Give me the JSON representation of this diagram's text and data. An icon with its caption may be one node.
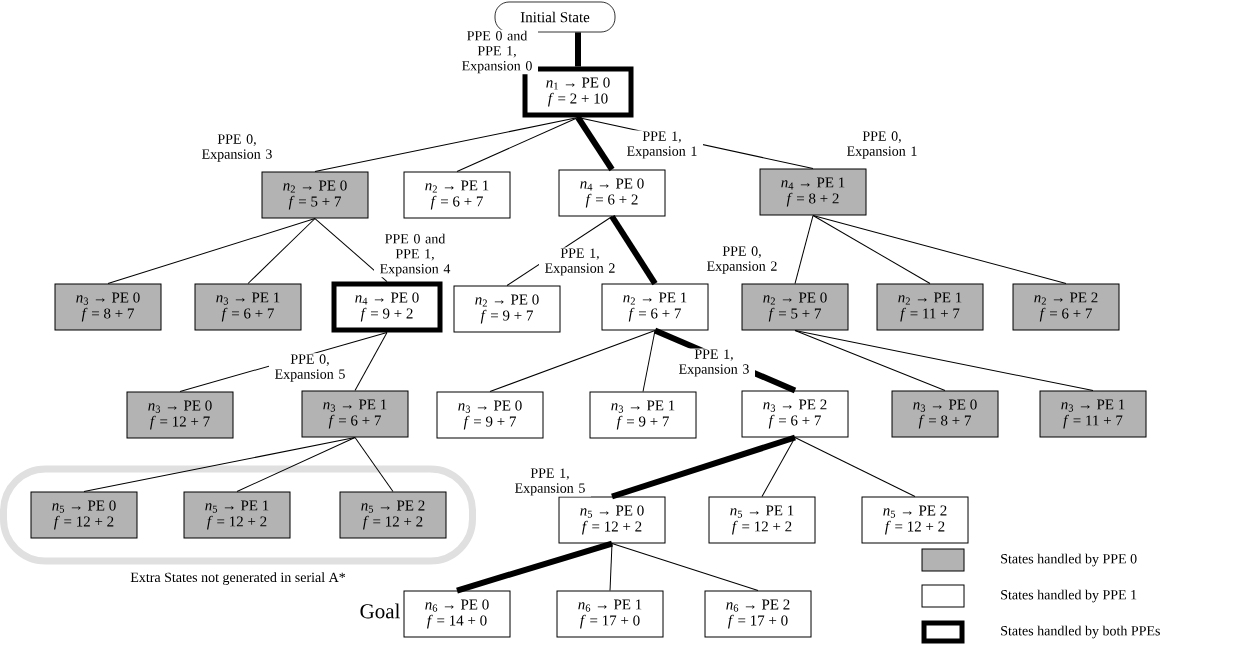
{
  "diagram": {
    "nodes": [
      {
        "text": [
          "Initial State"
        ]
      },
      {
        "text": [
          "*n*$_{1}$ → PE 0",
          "*f* = 2 + 10"
        ],
        "beside": [
          "PPE 0 and PPE 1, Expansion 0"
        ]
      },
      {
        "text": [
          "*n*$_{2}$ → PE 0",
          "*f* = 5 + 7"
        ],
        "beside": [
          "PPE 0, Expansion 3"
        ]
      },
      {
        "text": [
          "*n*$_{2}$ → PE 1",
          "*f* = 6 + 7"
        ]
      },
      {
        "text": [
          "*n*$_{4}$ → PE 0",
          "*f* = 6 + 2"
        ],
        "beside": [
          "PPE 1, Expansion 1"
        ]
      },
      {
        "text": [
          "*n*$_{4}$ → PE 1",
          "*f* = 8 + 2"
        ],
        "beside": [
          "PPE 0, Expansion 1"
        ]
      },
      {
        "text": [
          "*n*$_{3}$ → PE 0",
          "*f* = 8 + 7"
        ]
      },
      {
        "text": [
          "*n*$_{3}$ → PE 1",
          "*f* = 6 + 7"
        ]
      },
      {
        "text": [
          "*n*$_{4}$ → PE 0",
          "*f* = 9 + 2"
        ],
        "beside": [
          "PPE 0 and PPE 1, Expansion 4"
        ]
      },
      {
        "text": [
          "*n*$_{2}$ → PE 0",
          "*f* = 9 + 7"
        ]
      },
      {
        "text": [
          "*n*$_{2}$ → PE 1",
          "*f* = 6 + 7"
        ],
        "beside": [
          "PPE 1, Expansion 2"
        ]
      },
      {
        "text": [
          "*n*$_{2}$ → PE 0",
          "*f* = 5 + 7"
        ],
        "beside": [
          "PPE 0, Expansion 2"
        ]
      },
      {
        "text": [
          "*n*$_{2}$ → PE 1",
          "*f* = 11 + 7"
        ]
      },
      {
        "text": [
          "*n*$_{2}$ → PE 2",
          "*f* = 6 + 7"
        ]
      },
      {
        "text": [
          "*n*$_{3}$ → PE 0",
          "*f* = 12 + 7"
        ]
      },
      {
        "text": [
          "*n*$_{3}$ → PE 1",
          "*f* = 6 + 7"
        ],
        "beside": [
          "PPE 0, Expansion 5"
        ]
      },
      {
        "text": [
          "*n*$_{3}$ → PE 0",
          "*f* = 9 + 7"
        ]
      },
      {
        "text": [
          "*n*$_{3}$ → PE 1",
          "*f* = 9 + 7"
        ]
      },
      {
        "text": [
          "*n*$_{3}$ → PE 2",
          "*f* = 6 + 7"
        ],
        "beside": [
          "PPE 1, Expansion 3"
        ]
      },
      {
        "text": [
          "*n*$_{3}$ → PE 0",
          "*f* = 8 + 7"
        ]
      },
      {
        "text": [
          "*n*$_{3}$ → PE 1",
          "*f* = 11 + 7"
        ]
      },
      {
        "text": [
          "Extra States not generated in serial A*"
        ]
      },
      {
        "text": [
          "*n*$_{5}$ → PE 0",
          "*f* = 12 + 2"
        ],
        "in": 21
      },
      {
        "text": [
          "*n*$_{5}$ → PE 1",
          "*f* = 12 + 2"
        ],
        "in": 21
      },
      {
        "text": [
          "*n*$_{5}$ → PE 2",
          "*f* = 12 + 2"
        ],
        "in": 21
      },
      {
        "text": [
          "*n*$_{5}$ → PE 0",
          "*f* = 12 + 2"
        ],
        "beside": [
          "PPE 1, Expansion 5"
        ]
      },
      {
        "text": [
          "*n*$_{5}$ → PE 1",
          "*f* = 12 + 2"
        ]
      },
      {
        "text": [
          "*n*$_{5}$ → PE 2",
          "*f* = 12 + 2"
        ]
      },
      {
        "text": [
          "*n*$_{6}$ → PE 0",
          "*f* = 14 + 0"
        ],
        "beside": [
          "Goal"
        ]
      },
      {
        "text": [
          "*n*$_{6}$ → PE 1",
          "*f* = 17 + 0"
        ]
      },
      {
        "text": [
          "*n*$_{6}$ → PE 2",
          "*f* = 17 + 0"
        ]
      }
    ],
    "edges": [
      {
        "from": 0,
        "to": 1,
        "arrow": "none",
        "style": "thick"
      },
      {
        "from": 1,
        "to": 2,
        "arrow": "none"
      },
      {
        "from": 1,
        "to": 3,
        "arrow": "none"
      },
      {
        "from": 1,
        "to": 4,
        "arrow": "none",
        "style": "thick"
      },
      {
        "from": 1,
        "to": 5,
        "arrow": "none"
      },
      {
        "from": 2,
        "to": 6,
        "arrow": "none"
      },
      {
        "from": 2,
        "to": 7,
        "arrow": "none"
      },
      {
        "from": 2,
        "to": 8,
        "arrow": "none"
      },
      {
        "from": 4,
        "to": 9,
        "arrow": "none"
      },
      {
        "from": 4,
        "to": 10,
        "arrow": "none",
        "style": "thick"
      },
      {
        "from": 5,
        "to": 11,
        "arrow": "none"
      },
      {
        "from": 5,
        "to": 12,
        "arrow": "none"
      },
      {
        "from": 5,
        "to": 13,
        "arrow": "none"
      },
      {
        "from": 8,
        "to": 14,
        "arrow": "none"
      },
      {
        "from": 8,
        "to": 15,
        "arrow": "none"
      },
      {
        "from": 10,
        "to": 16,
        "arrow": "none"
      },
      {
        "from": 10,
        "to": 17,
        "arrow": "none"
      },
      {
        "from": 10,
        "to": 18,
        "arrow": "none",
        "style": "thick"
      },
      {
        "from": 11,
        "to": 19,
        "arrow": "none"
      },
      {
        "from": 11,
        "to": 20,
        "arrow": "none"
      },
      {
        "from": 15,
        "to": 22,
        "arrow": "none"
      },
      {
        "from": 15,
        "to": 23,
        "arrow": "none"
      },
      {
        "from": 15,
        "to": 24,
        "arrow": "none"
      },
      {
        "from": 18,
        "to": 25,
        "arrow": "none",
        "style": "thick"
      },
      {
        "from": 18,
        "to": 26,
        "arrow": "none"
      },
      {
        "from": 18,
        "to": 27,
        "arrow": "none"
      },
      {
        "from": 25,
        "to": 28,
        "arrow": "none",
        "style": "thick"
      },
      {
        "from": 25,
        "to": 29,
        "arrow": "none"
      },
      {
        "from": 25,
        "to": 30,
        "arrow": "none"
      }
    ],
    "legend": [
      {
        "text": "States handled by PPE 0",
        "color": "#b3b3b3"
      },
      {
        "text": "States handled by PPE 1"
      },
      {
        "text": "States handled by both PPEs"
      }
    ]
  }
}
